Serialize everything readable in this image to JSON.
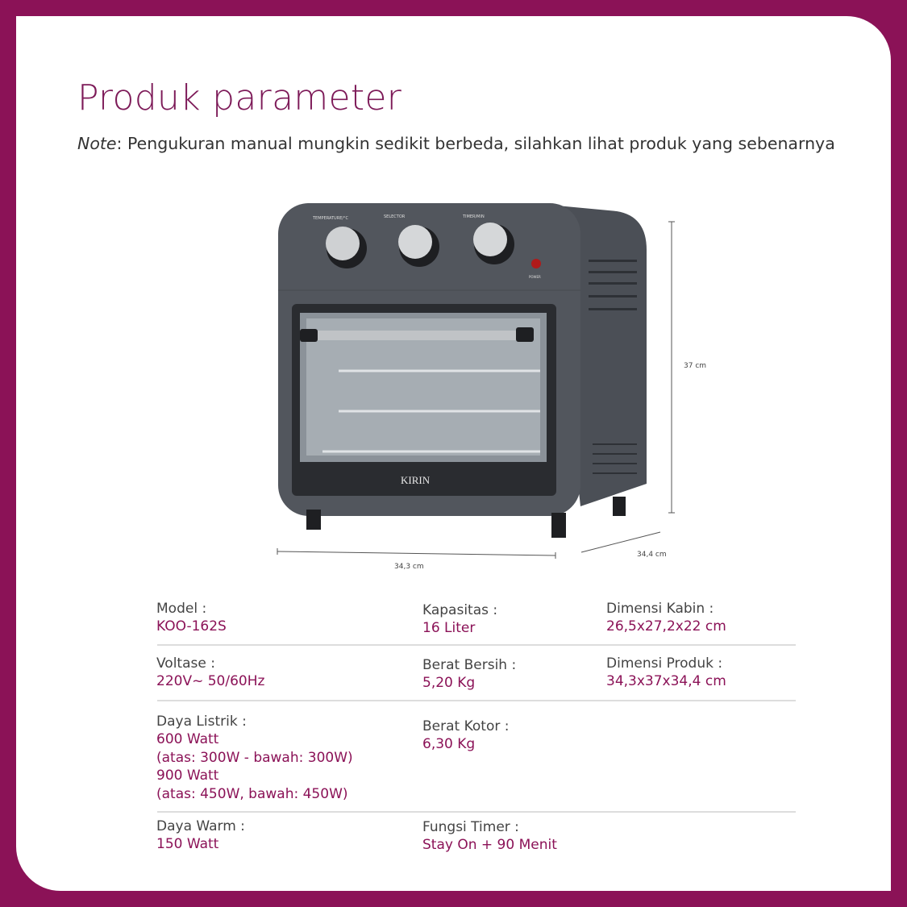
{
  "header": {
    "title": "Produk parameter",
    "note_label": "Note",
    "note_text": ": Pengukuran manual mungkin sedikit berbeda, silahkan lihat produk yang sebenarnya"
  },
  "product_image": {
    "brand": "KIRIN",
    "knob_labels": [
      "TEMPERATURE/°C",
      "SELECTOR",
      "TIMER/MIN",
      "POWER"
    ],
    "dimensions": {
      "height": "37 cm",
      "width": "34,3 cm",
      "depth": "34,4 cm"
    }
  },
  "specs": [
    {
      "label": "Model :",
      "values": [
        "KOO-162S"
      ]
    },
    {
      "label": "Kapasitas :",
      "values": [
        "16 Liter"
      ]
    },
    {
      "label": "Dimensi Kabin :",
      "values": [
        "26,5x27,2x22 cm"
      ]
    },
    {
      "label": "Voltase :",
      "values": [
        "220V~ 50/60Hz"
      ]
    },
    {
      "label": "Berat Bersih :",
      "values": [
        "5,20 Kg"
      ]
    },
    {
      "label": "Dimensi Produk :",
      "values": [
        "34,3x37x34,4 cm"
      ]
    },
    {
      "label": "Daya Listrik :",
      "values": [
        "600 Watt",
        "(atas: 300W - bawah: 300W)",
        "900 Watt",
        "(atas: 450W, bawah: 450W)"
      ]
    },
    {
      "label": "Berat Kotor :",
      "values": [
        "6,30 Kg"
      ]
    },
    {
      "label": "Daya Warm :",
      "values": [
        "150 Watt"
      ]
    },
    {
      "label": "Fungsi Timer :",
      "values": [
        "Stay On + 90 Menit"
      ]
    }
  ],
  "colors": {
    "frame": "#8b1257",
    "accent": "#8b1257",
    "title": "#7d1a58"
  }
}
